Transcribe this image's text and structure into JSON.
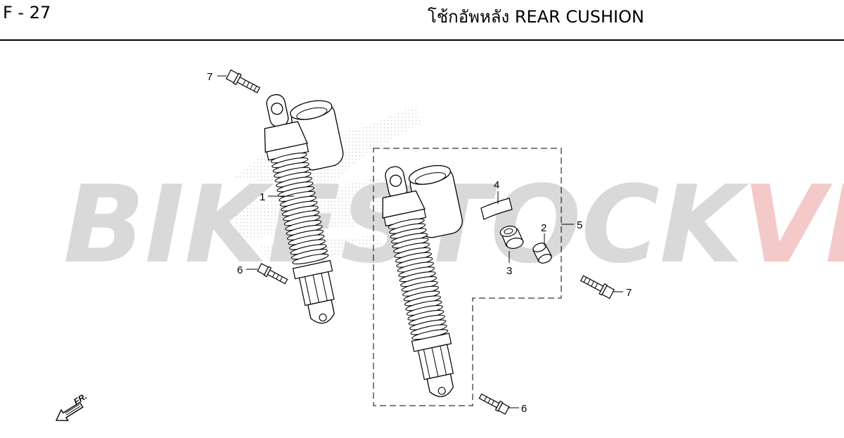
{
  "header": {
    "page_code": "F - 27",
    "title": "โช้กอัพหลัง  REAR CUSHION"
  },
  "watermark": {
    "text_main": "BIKESTOCK",
    "text_accent": "VN",
    "color_main": "#d9d9d9",
    "color_accent": "#f4c9c9"
  },
  "callouts": {
    "c1": "1",
    "c2": "2",
    "c3": "3",
    "c4": "4",
    "c5": "5",
    "c6a": "6",
    "c6b": "6",
    "c7a": "7",
    "c7b": "7"
  },
  "direction": {
    "label": "FR.",
    "icon": "front-direction-arrow-icon"
  }
}
